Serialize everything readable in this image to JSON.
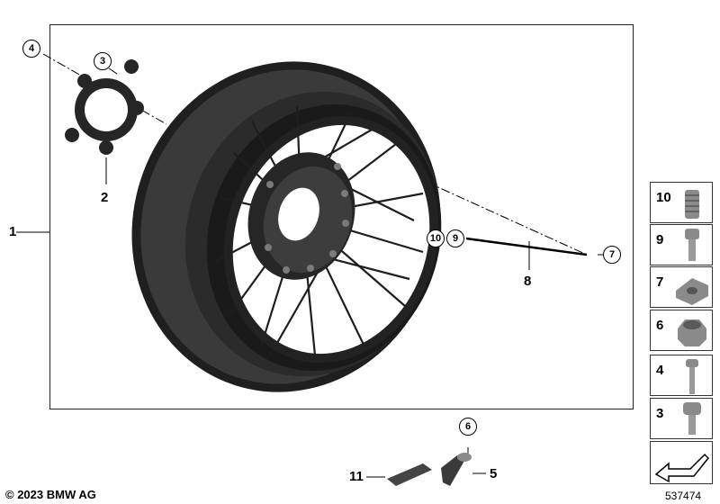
{
  "callouts": {
    "p1": "1",
    "p2": "2",
    "p3": "3",
    "p4": "4",
    "p5": "5",
    "p6": "6",
    "p7": "7",
    "p8": "8",
    "p9": "9",
    "p10": "10",
    "p11": "11"
  },
  "side_parts": [
    "10",
    "9",
    "7",
    "6",
    "4",
    "3"
  ],
  "footer": {
    "copyright": "© 2023 BMW AG",
    "doc_number": "537474"
  },
  "colors": {
    "part": "#262626",
    "part_light": "#8a8a8a",
    "line": "#000000"
  }
}
